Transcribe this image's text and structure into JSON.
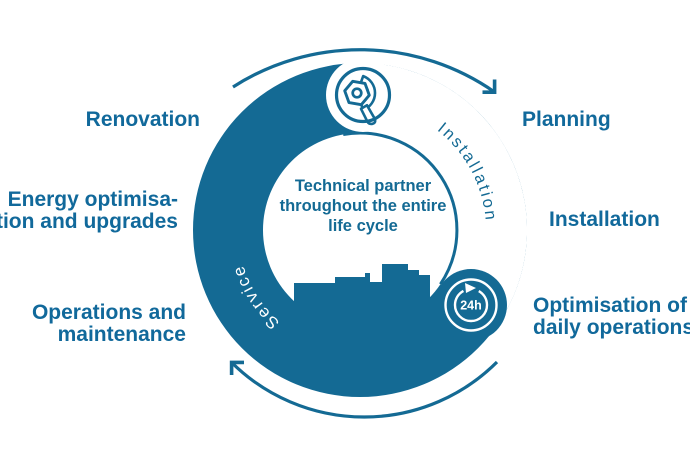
{
  "diagram": {
    "center_title": {
      "line1": "Technical partner",
      "line2": "throughout the entire",
      "line3": "life cycle"
    },
    "ring": {
      "installation_arc_label": "Installation",
      "service_arc_label": "Service",
      "badge_24h_label": "24h"
    },
    "left_labels": {
      "renovation": {
        "line1": "Renovation"
      },
      "energy": {
        "line1": "Energy optimisa-",
        "line2": "tion and upgrades"
      },
      "operations": {
        "line1": "Operations and",
        "line2": "maintenance"
      }
    },
    "right_labels": {
      "planning": {
        "line1": "Planning"
      },
      "installation": {
        "line1": "Installation"
      },
      "optimisation": {
        "line1": "Optimisation of",
        "line2": "daily operations"
      }
    },
    "colors": {
      "ring_teal": "#146a94",
      "label_text": "#11699b",
      "segment_white": "#ffffff"
    },
    "icons": [
      "wrench-nut-icon",
      "24h-clock-icon",
      "clockwise-arrow-top",
      "clockwise-arrow-bottom",
      "city-skyline"
    ]
  }
}
